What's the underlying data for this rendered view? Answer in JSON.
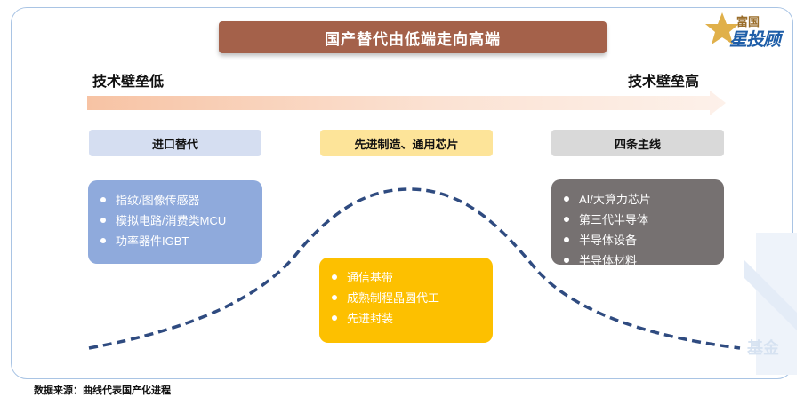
{
  "title": "国产替代由低端走向高端",
  "logo": {
    "top": "富国",
    "main": "星投顾"
  },
  "axis": {
    "low": "技术壁垒低",
    "high": "技术壁垒高"
  },
  "categories": [
    {
      "label": "进口替代",
      "items": [
        "指纹/图像传感器",
        "模拟电路/消费类MCU",
        "功率器件IGBT"
      ]
    },
    {
      "label": "先进制造、通用芯片",
      "items": [
        "通信基带",
        "成熟制程晶圆代工",
        "先进封装"
      ]
    },
    {
      "label": "四条主线",
      "items": [
        "AI/大算力芯片",
        "第三代半导体",
        "半导体设备",
        "半导体材料"
      ]
    }
  ],
  "watermark": "基金",
  "source": "数据来源：曲线代表国产化进程",
  "colors": {
    "title_bg": "#a4614a",
    "box_blue": "#8faadc",
    "box_yellow": "#fdc000",
    "box_gray": "#767171",
    "curve": "#2f4b80"
  }
}
